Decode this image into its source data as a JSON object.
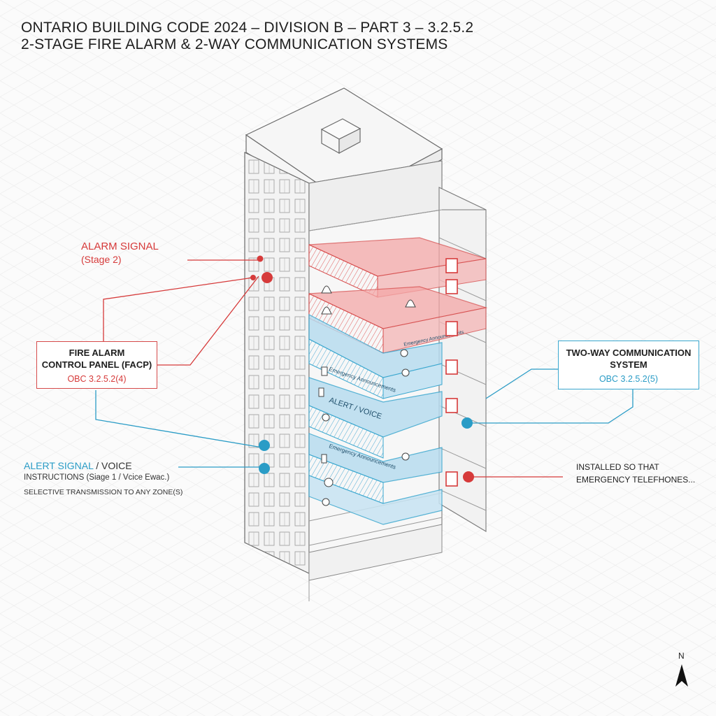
{
  "header": {
    "line1": "ONTARIO BUILDING CODE 2024 – DIVISION B – PART 3 – 3.2.5.2",
    "line2": "2-STAGE FIRE ALARM & 2-WAY COMMUNICATION SYSTEMS"
  },
  "labels": {
    "alarm_title": "ALARM SIGNAL",
    "alarm_stage": "(Stage 2)",
    "facp_title_1": "FIRE ALARM",
    "facp_title_2": "CONTROL PANEL (FACP)",
    "facp_ref": "OBC 3.2.5.2(4)",
    "twc_title_1": "TWO-WAY COMMUNICATION",
    "twc_title_2": "SYSTEM",
    "twc_ref": "OBC 3.2.5.2(5)",
    "alert_title_a": "ALERT SIGNAL",
    "alert_title_b": " / VOICE",
    "alert_sub": "INSTRUCTIONS (Siage 1 / Vcice Ewac.)",
    "alert_sub2": "SELECTIVE TRANSMISSION TO ANY ZONE(S)",
    "installed_1": "INSTALLED SO THAT",
    "installed_2": "EMERGENCY TELEFHONES...",
    "floor_text_1": "Emergency Announcements",
    "floor_text_2": "ALERT / VOICE",
    "floor_text_3": "Emergency Announcements",
    "floor_text_4": "Emergency Announcements"
  },
  "compass": {
    "letter": "N"
  },
  "colors": {
    "alarm_red": "#d63a3a",
    "alert_blue": "#2a9cc6",
    "line_gray": "#8a8a8a"
  }
}
